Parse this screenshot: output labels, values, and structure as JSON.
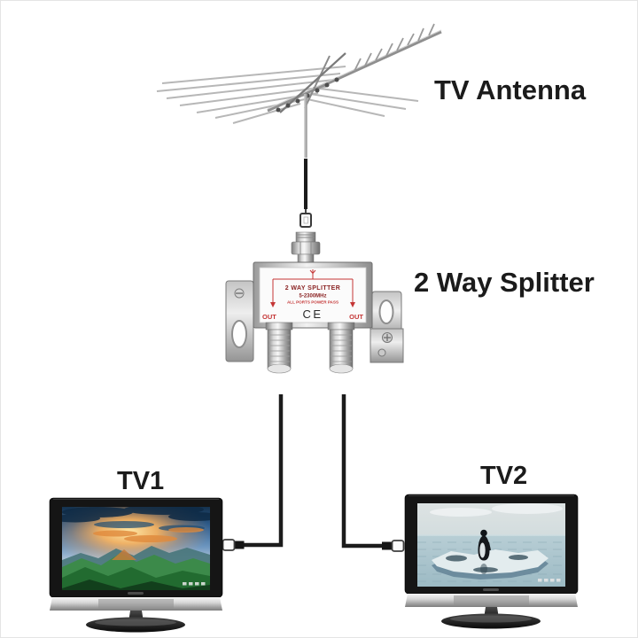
{
  "labels": {
    "antenna": "TV Antenna",
    "splitter": "2 Way Splitter",
    "tv1": "TV1",
    "tv2": "TV2"
  },
  "device": {
    "title": "2 WAY SPLITTER",
    "frequency": "5-2300MHz",
    "power_note": "ALL PORTS POWER PASS",
    "ce_mark": "CE",
    "out_left": "OUT",
    "out_right": "OUT"
  },
  "colors": {
    "label_text": "#1b1b1b",
    "cable_black": "#1b1b1b",
    "splitter_accent_red": "#c43535",
    "splitter_title_maroon": "#8b2424",
    "metal_light": "#efefef",
    "metal_dark": "#8c8c8c"
  }
}
